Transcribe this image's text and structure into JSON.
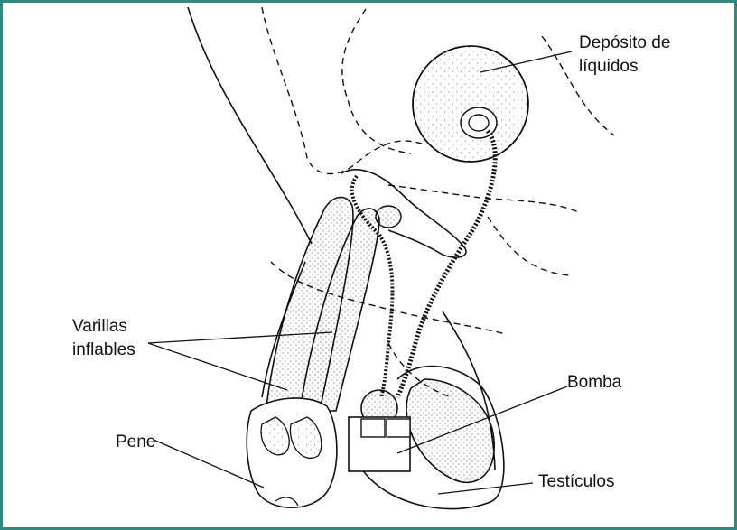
{
  "frame": {
    "border_color": "#2e8a7c"
  },
  "labels": {
    "reservoir_line1": "Depósito de",
    "reservoir_line2": "líquidos",
    "rods_line1": "Varillas",
    "rods_line2": "inflables",
    "penis": "Pene",
    "pump": "Bomba",
    "testicles": "Testículos"
  }
}
